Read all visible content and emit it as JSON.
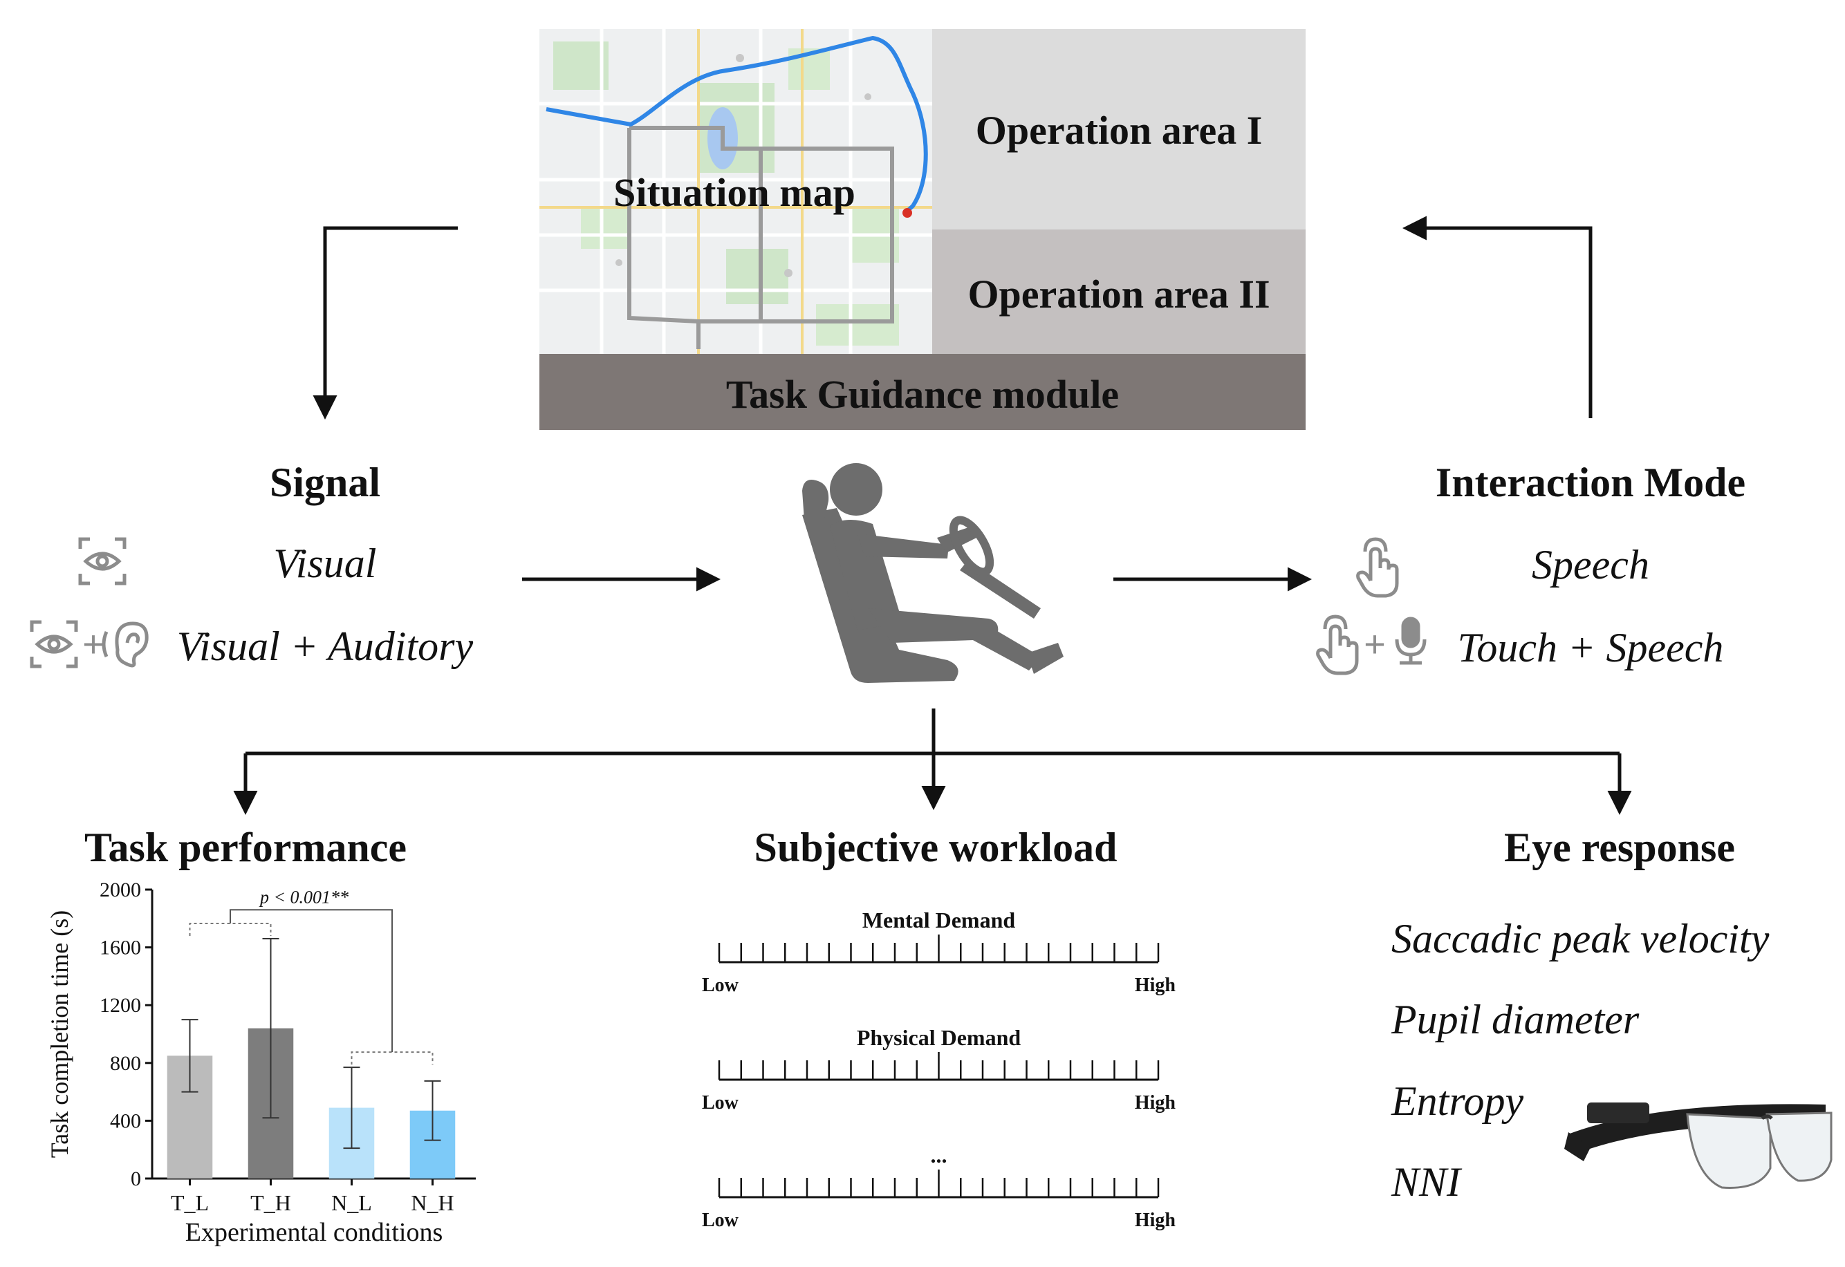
{
  "interface": {
    "situation_map_label": "Situation map",
    "operation_area_1": "Operation area I",
    "operation_area_2": "Operation area II",
    "task_guidance": "Task Guidance module"
  },
  "signal": {
    "heading": "Signal",
    "options": [
      {
        "label": "Visual",
        "icons": [
          "eye-icon"
        ]
      },
      {
        "label": "Visual + Auditory",
        "icons": [
          "eye-icon",
          "ear-icon"
        ]
      }
    ],
    "plus": "+"
  },
  "interaction_mode": {
    "heading": "Interaction Mode",
    "options": [
      {
        "label": "Speech",
        "icons": [
          "touch-icon"
        ]
      },
      {
        "label": "Touch + Speech",
        "icons": [
          "touch-icon",
          "microphone-icon"
        ]
      }
    ],
    "plus": "+"
  },
  "task_performance": {
    "heading": "Task performance"
  },
  "subjective_workload": {
    "heading": "Subjective workload",
    "scales": [
      {
        "title": "Mental Demand",
        "low": "Low",
        "high": "High"
      },
      {
        "title": "Physical Demand",
        "low": "Low",
        "high": "High"
      },
      {
        "title": "...",
        "low": "Low",
        "high": "High"
      }
    ]
  },
  "eye_response": {
    "heading": "Eye response",
    "metrics": [
      "Saccadic peak velocity",
      "Pupil diameter",
      "Entropy",
      "NNI"
    ]
  },
  "chart_data": {
    "type": "bar",
    "categories": [
      "T_L",
      "T_H",
      "N_L",
      "N_H"
    ],
    "values": [
      850,
      1040,
      490,
      470
    ],
    "error": [
      250,
      620,
      280,
      205
    ],
    "colors": [
      "#bbbbbb",
      "#7d7d7d",
      "#b9e2fa",
      "#7dcaf8"
    ],
    "xlabel": "Experimental conditions",
    "ylabel": "Task completion time (s)",
    "ylim": [
      0,
      2000
    ],
    "yticks": [
      0,
      400,
      800,
      1200,
      1600,
      2000
    ],
    "annotation": "p < 0.001**",
    "grid": false
  }
}
